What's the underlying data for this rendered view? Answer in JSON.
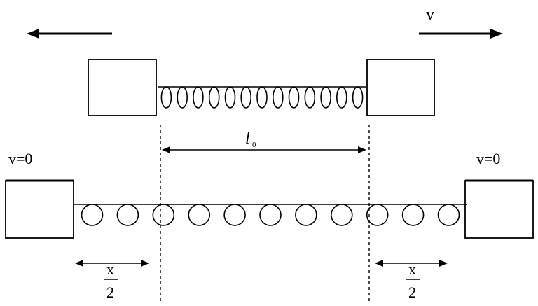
{
  "labels": {
    "velocity_top": "v",
    "velocity_left_bottom": "v=0",
    "velocity_right_bottom": "v=0",
    "natural_length": "l",
    "natural_length_subscript": "0",
    "compression_left_numerator": "x",
    "compression_left_denominator": "2",
    "compression_right_numerator": "x",
    "compression_right_denominator": "2"
  },
  "colors": {
    "stroke": "#000000",
    "background": "#ffffff"
  },
  "springs": {
    "top_coil_count": 13,
    "bottom_coil_count": 11
  }
}
